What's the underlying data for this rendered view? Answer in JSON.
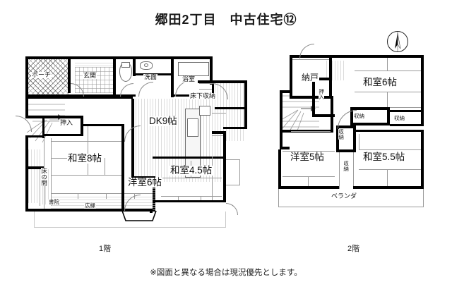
{
  "title": "郷田2丁目　中古住宅⑫",
  "disclaimer": "※図面と異なる場合は現況優先とします。",
  "floors": {
    "first": {
      "caption": "1階",
      "rooms": [
        {
          "key": "porch",
          "label": "ポーチ",
          "type": "porch"
        },
        {
          "key": "genkan",
          "label": "玄関",
          "type": "entrance"
        },
        {
          "key": "washroom",
          "label": "洗面",
          "type": "washroom"
        },
        {
          "key": "bath",
          "label": "浴室",
          "type": "bathroom"
        },
        {
          "key": "underfloor",
          "label": "床下収納",
          "type": "storage"
        },
        {
          "key": "dk",
          "label": "DK9帖",
          "type": "dining-kitchen"
        },
        {
          "key": "oshiire",
          "label": "押入",
          "type": "closet"
        },
        {
          "key": "washitsu8",
          "label": "和室8帖",
          "type": "japanese-room"
        },
        {
          "key": "tokonoma",
          "label": "床の間",
          "type": "alcove"
        },
        {
          "key": "shoin",
          "label": "書院",
          "type": "alcove-desk"
        },
        {
          "key": "hiroen",
          "label": "広縁",
          "type": "veranda"
        },
        {
          "key": "yoshitsu6",
          "label": "洋室6帖",
          "type": "western-room"
        },
        {
          "key": "washitsu45",
          "label": "和室4.5帖",
          "type": "japanese-room"
        }
      ]
    },
    "second": {
      "caption": "2階",
      "rooms": [
        {
          "key": "nando",
          "label": "納戸",
          "type": "storeroom"
        },
        {
          "key": "oshiire2",
          "label": "押入",
          "type": "closet"
        },
        {
          "key": "washitsu6",
          "label": "和室6帖",
          "type": "japanese-room"
        },
        {
          "key": "shuno_a",
          "label": "収納",
          "type": "storage"
        },
        {
          "key": "shuno_b",
          "label": "収納",
          "type": "storage"
        },
        {
          "key": "shuno_c",
          "label": "収納",
          "type": "storage"
        },
        {
          "key": "shuno_d",
          "label": "収納",
          "type": "storage"
        },
        {
          "key": "yoshitsu5",
          "label": "洋室5帖",
          "type": "western-room"
        },
        {
          "key": "washitsu55",
          "label": "和室5.5帖",
          "type": "japanese-room"
        },
        {
          "key": "veranda",
          "label": "ベランダ",
          "type": "balcony"
        }
      ]
    }
  },
  "compass": {
    "label": "N",
    "direction": "north-up"
  },
  "colors": {
    "wall": "#000000",
    "line": "#9a9a9a",
    "background": "#ffffff",
    "text": "#111111"
  }
}
